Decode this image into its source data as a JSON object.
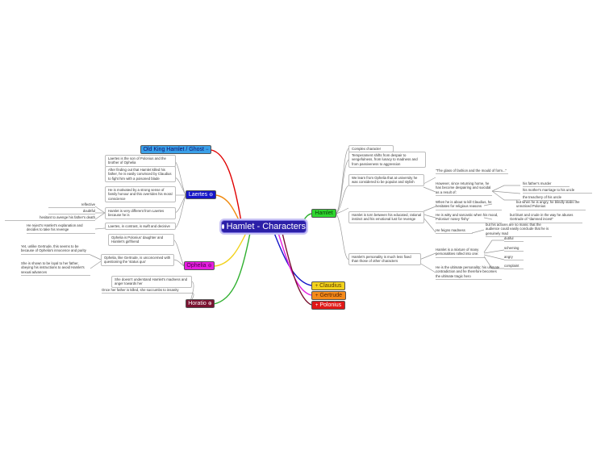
{
  "map": {
    "central": "Hamlet - Characters",
    "branches": {
      "old_king": {
        "label": "Old King Hamlet / Ghost",
        "color": "#3aa0e8",
        "text_color": "#0d0d6b"
      },
      "laertes": {
        "label": "Laertes",
        "color": "#1515c8",
        "text_color": "#ffffff"
      },
      "ophelia": {
        "label": "Ophelia",
        "color": "#e61de0",
        "text_color": "#4a004a"
      },
      "horatio": {
        "label": "Horatio",
        "color": "#7a1230",
        "text_color": "#ffffff"
      },
      "hamlet": {
        "label": "Hamlet",
        "color": "#2fd62f",
        "text_color": "#0a3a0a"
      },
      "claudius": {
        "label": "Claudius",
        "color": "#f2d21c",
        "text_color": "#5a3a00"
      },
      "gertrude": {
        "label": "Gertrude",
        "color": "#f58a1a",
        "text_color": "#5a2400"
      },
      "polonius": {
        "label": "Polonius",
        "color": "#e01818",
        "text_color": "#ffffff"
      }
    },
    "laertes_notes": {
      "n1": "Laertes is the son of Polonius and the brother of Ophelia",
      "n2": "After finding out that Hamlet killed his father, he is easily convinced by Claudius to fight him with a poisoned blade",
      "n3": "He is motivated by a strong sense of family honour and this overrides his moral conscience",
      "n4": "Hamlet is very different from Laertes because he is",
      "n4a": "reflective",
      "n4b": "doubtful",
      "n4c": "hesitant to avenge his father's death",
      "n5": "Laertes, in contrast, is swift and decisive",
      "n5a": "He reject's Hamlet's explanation and decides to take his revenge"
    },
    "ophelia_notes": {
      "n1": "Ophelia is Polonius' daughter and Hamlet's girlfriend",
      "n2": "Ophelia, like Gertrude, is unconcerned with questioning the 'status quo'",
      "n2a": "Yet, unlike Gertrude, this seems to be because of Ophelia's innocence and purity",
      "n2b": "She is shown to be loyal to her father, obeying his instructions to avoid Hamlet's sexual advances"
    },
    "horatio_notes": {
      "n1": "She doesn't understand Hamlet's madness and anger towards her",
      "n2": "Once her father is killed, she succumbs to insanity"
    },
    "hamlet_notes": {
      "n1": "Complex character",
      "n2": "Temperament shifts from despair to vengefulness, from lunacy to madness and from passiveness to aggression",
      "n3": "We learn from Ophelia that at university he was considered to be popular and stylish",
      "n3a": "\"The glass of fashion and the mould of form...\"",
      "n3b": "However, since returning home, he has become despairing and suicidal as a result of:",
      "n3b1": "his father's murder",
      "n3b2": "his mother's marriage to his uncle",
      "n3b3": "the treachery of his uncle",
      "n4": "Hamlet is torn between his educated, rational instinct and his emotional lust for revenge",
      "n4a": "When he is about to kill Claudius, he hesitates for religious reasons",
      "n4a1": "but when he is angry, he blindly stabs the unnoticed Polonius",
      "n4b": "He is witty and sarcastic when his mood, Polonius' nosey 'fishy'",
      "n4b1": "but blunt and crude in the way he abuses Gertrude of \"damned incest\"",
      "n4c": "He feigns madness",
      "n4c1": "but his actions are so manic that the audience could easily conclude that he is genuinely mad",
      "n5": "Hamlet's personality is much less fixed than those of other characters",
      "n5a": "Hamlet is a mixture of many personalities rolled into one:",
      "n5a1": "dutiful",
      "n5a2": "scheming",
      "n5a3": "angry",
      "n5a4": "complaint",
      "n5b": "He is the ultimate personality; his ultimate contradiction and he therefore becomes the ultimate tragic hero"
    }
  }
}
